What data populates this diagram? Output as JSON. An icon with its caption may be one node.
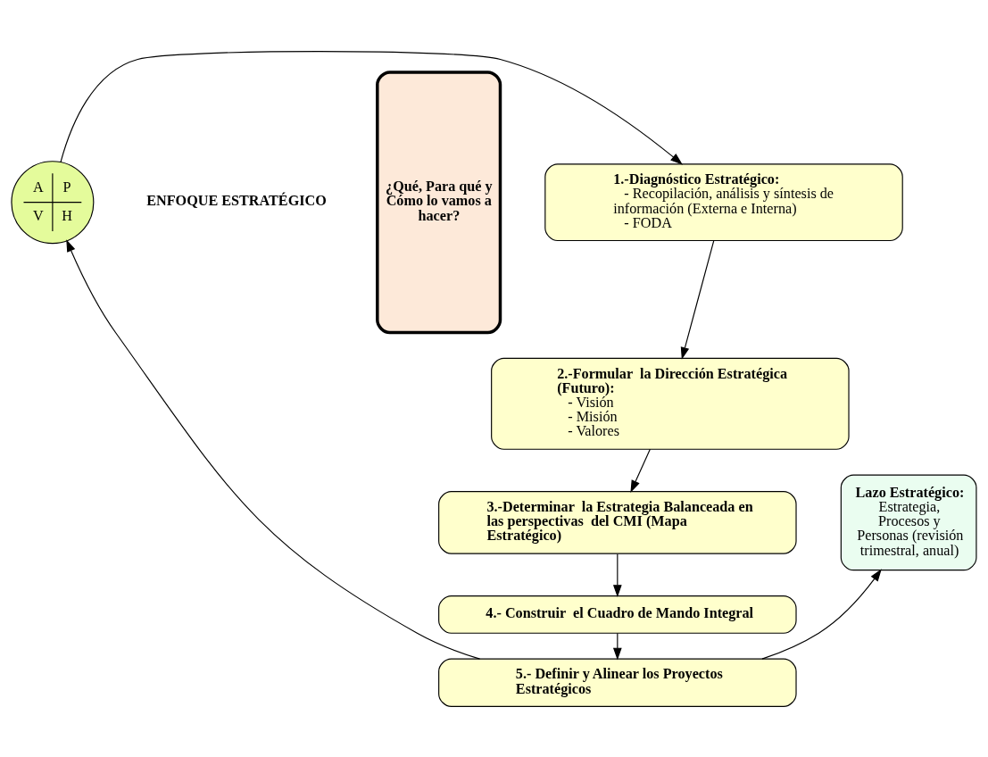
{
  "diagram": {
    "nodes": [
      {
        "text": [
          "¿Qué, Para qué y Cómo lo vamos a hacer?"
        ]
      },
      {
        "text": [
          "1.-Diagnóstico Estratégico:",
          "- Recopilación, análisis y síntesis de información (Externa e Interna)",
          "- FODA"
        ]
      },
      {
        "text": [
          "2.-Formular  la Dirección Estratégica (Futuro):",
          "- Visión",
          "- Misión",
          "- Valores"
        ]
      },
      {
        "text": [
          "3.-Determinar  la Estrategia Balanceada en las perspectivas  del CMI (Mapa Estratégico)"
        ]
      },
      {
        "text": [
          "4.- Construir  el Cuadro de Mando Integral"
        ]
      },
      {
        "text": [
          "5.- Definir y Alinear los Proyectos Estratégicos"
        ]
      },
      {
        "text": [
          "A",
          "P",
          "V",
          "H"
        ]
      },
      {
        "text": [
          "Lazo Estratégico:",
          "Estrategia, Procesos y Personas (revisión trimestral, anual)"
        ]
      }
    ],
    "edges": [
      {
        "from": 6,
        "to": 1,
        "arrow": "to"
      },
      {
        "from": 1,
        "to": 2,
        "arrow": "to"
      },
      {
        "from": 2,
        "to": 3,
        "arrow": "to"
      },
      {
        "from": 3,
        "to": 4,
        "arrow": "to"
      },
      {
        "from": 4,
        "to": 5,
        "arrow": "to"
      },
      {
        "from": 5,
        "to": 6,
        "arrow": "to"
      },
      {
        "from": 5,
        "to": 7,
        "arrow": "to"
      }
    ],
    "labels": [
      "ENFOQUE ESTRATÉGICO"
    ]
  }
}
